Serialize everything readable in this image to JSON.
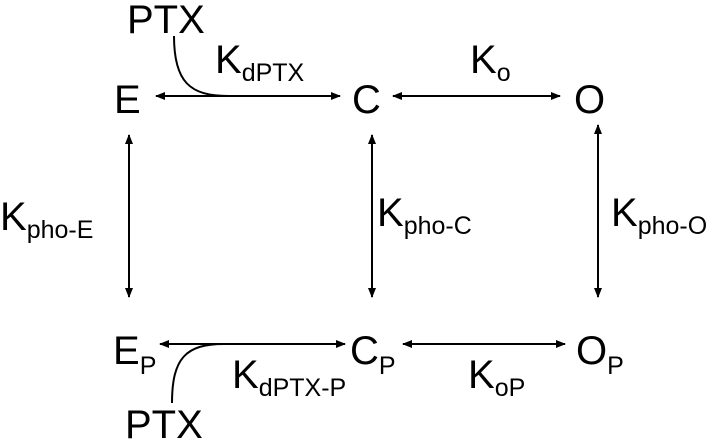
{
  "states": {
    "E": {
      "main": "E",
      "sub": ""
    },
    "C": {
      "main": "C",
      "sub": ""
    },
    "O": {
      "main": "O",
      "sub": ""
    },
    "EP": {
      "main": "E",
      "sub": "P"
    },
    "CP": {
      "main": "C",
      "sub": "P"
    },
    "OP": {
      "main": "O",
      "sub": "P"
    }
  },
  "ligand": {
    "top": "PTX",
    "bottom": "PTX"
  },
  "rates": {
    "kdptx": {
      "main": "K",
      "sub": "dPTX"
    },
    "ko": {
      "main": "K",
      "sub": "o"
    },
    "kphoE": {
      "main": "K",
      "sub": "pho-E"
    },
    "kphoC": {
      "main": "K",
      "sub": "pho-C"
    },
    "kphoO": {
      "main": "K",
      "sub": "pho-O"
    },
    "kdptxp": {
      "main": "K",
      "sub": "dPTX-P"
    },
    "kop": {
      "main": "K",
      "sub": "oP"
    }
  },
  "colors": {
    "ink": "#000000",
    "background": "#ffffff"
  }
}
